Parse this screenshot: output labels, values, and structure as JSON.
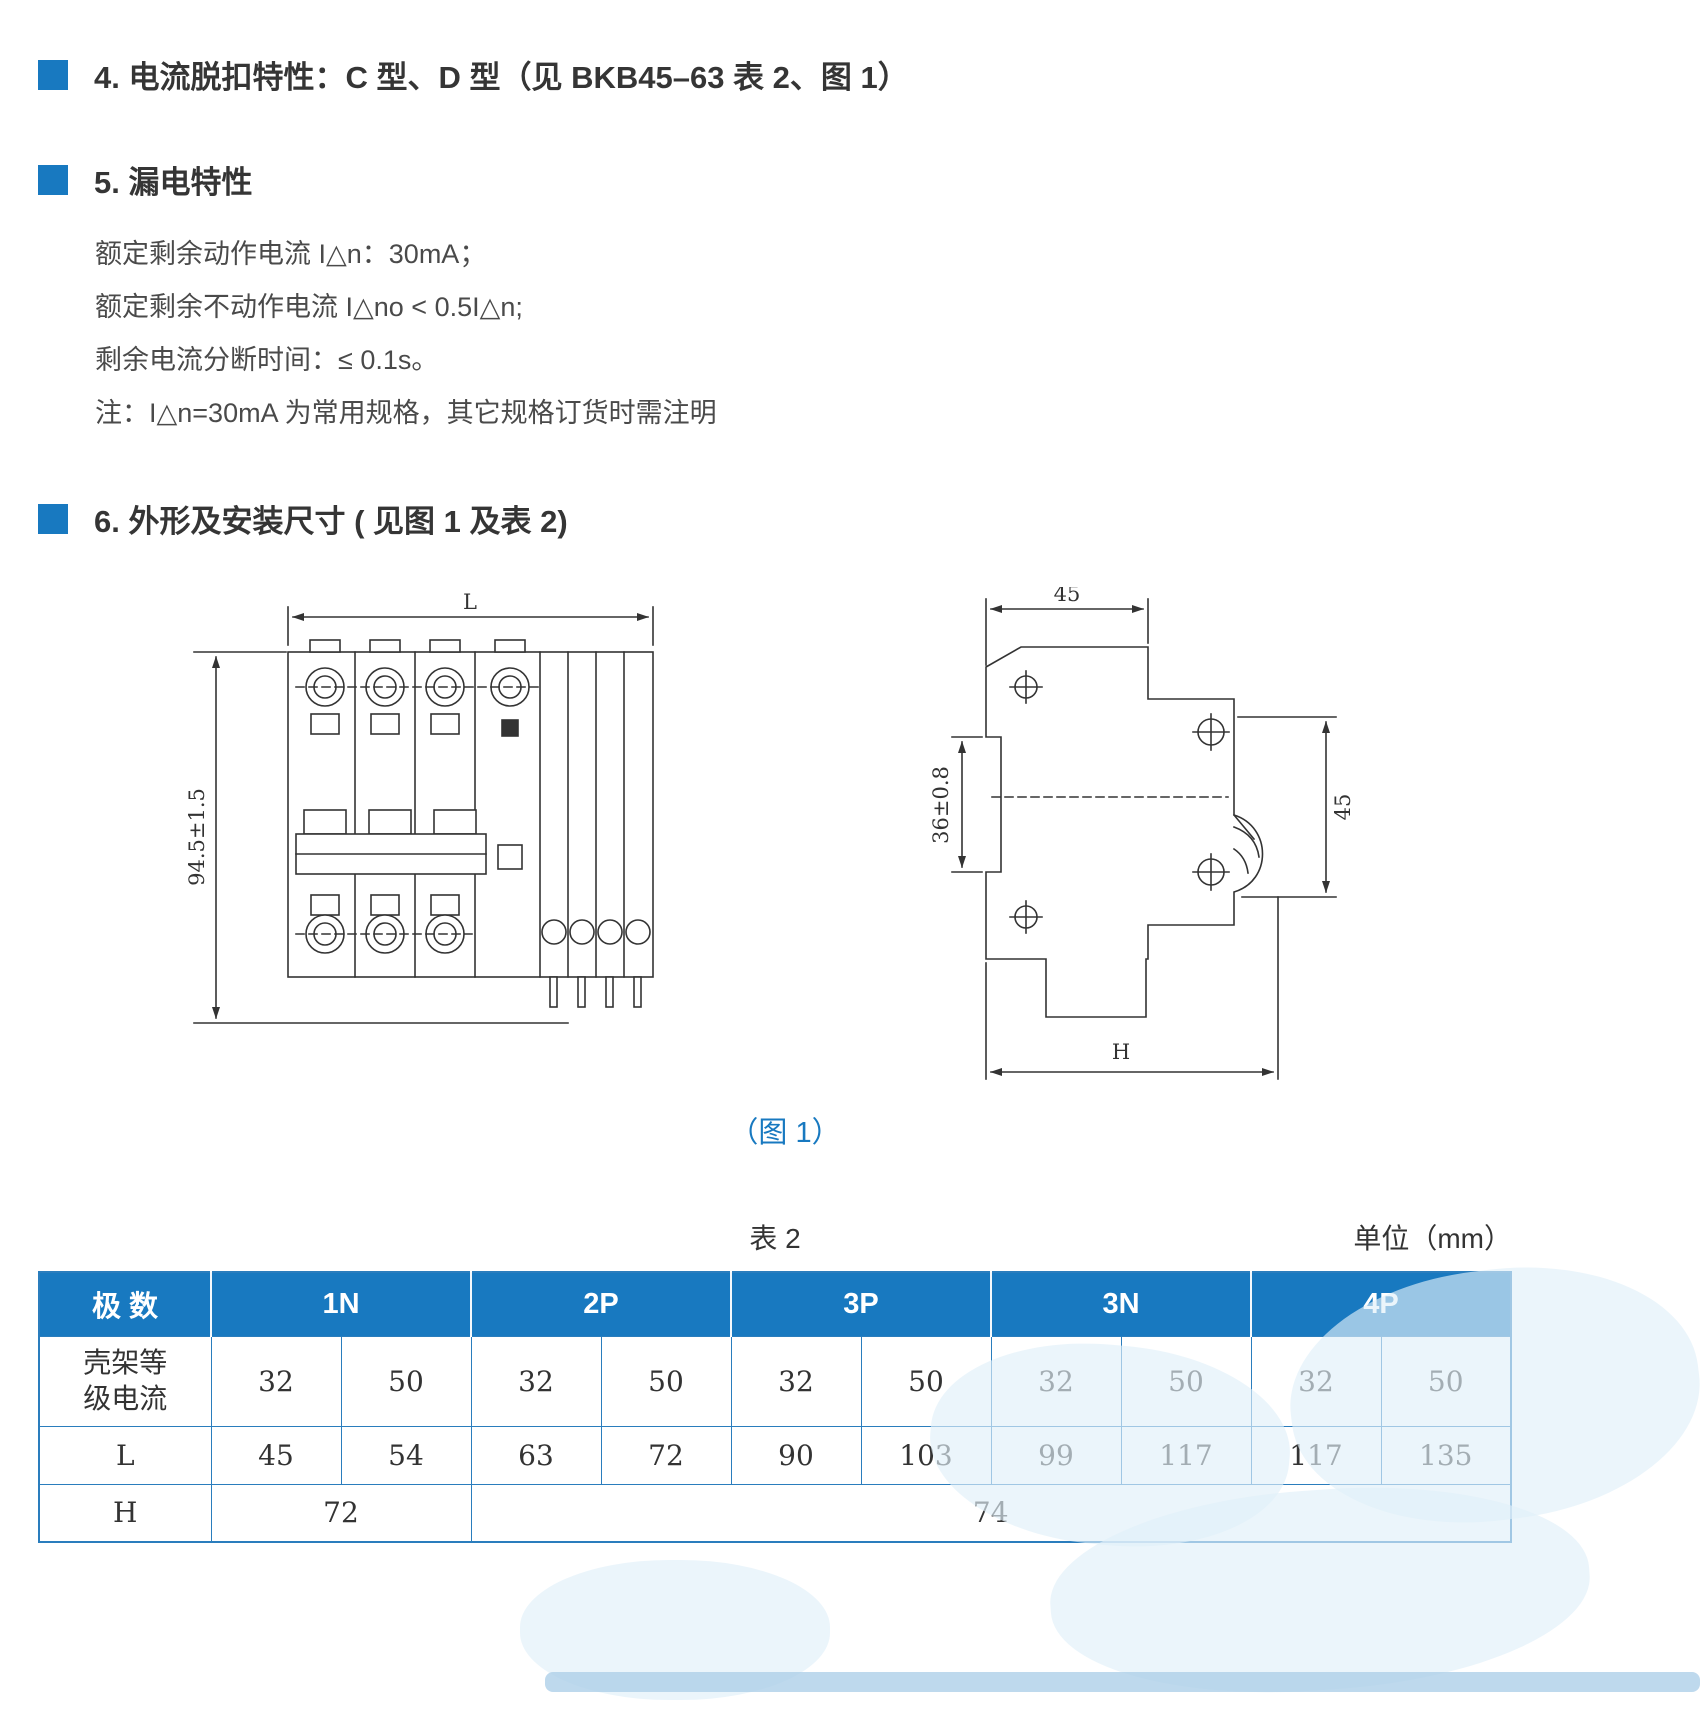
{
  "colors": {
    "accent": "#1879c0",
    "table_border": "#2a7dbd",
    "heading_text": "#353535",
    "body_text": "#4a4a4a"
  },
  "sections": {
    "trip": {
      "title": "4. 电流脱扣特性：C 型、D 型（见 BKB45–63 表 2、图 1）"
    },
    "leakage": {
      "title": "5. 漏电特性",
      "lines": [
        "额定剩余动作电流 I△n：30mA；",
        "额定剩余不动作电流 I△no < 0.5I△n;",
        "剩余电流分断时间：≤ 0.1s。",
        "注：I△n=30mA 为常用规格，其它规格订货时需注明"
      ]
    },
    "dimensions": {
      "title": "6. 外形及安装尺寸 ( 见图 1 及表 2)"
    }
  },
  "figure": {
    "caption": "（图 1）",
    "front_view": {
      "width_label": "L",
      "height_label": "94.5±1.5"
    },
    "side_view": {
      "top_label": "45",
      "left_label": "36±0.8",
      "right_label": "45",
      "bottom_label": "H"
    }
  },
  "table": {
    "title": "表 2",
    "unit_note": "单位（mm）",
    "pole_header": "极 数",
    "groups": [
      "1N",
      "2P",
      "3P",
      "3N",
      "4P"
    ],
    "rows": {
      "frame_current": {
        "label": "壳架等\n级电流",
        "values": [
          "32",
          "50",
          "32",
          "50",
          "32",
          "50",
          "32",
          "50",
          "32",
          "50"
        ]
      },
      "L": {
        "label": "L",
        "values": [
          "45",
          "54",
          "63",
          "72",
          "90",
          "103",
          "99",
          "117",
          "117",
          "135"
        ]
      },
      "H": {
        "label": "H",
        "values": [
          "72",
          "74"
        ]
      }
    }
  }
}
